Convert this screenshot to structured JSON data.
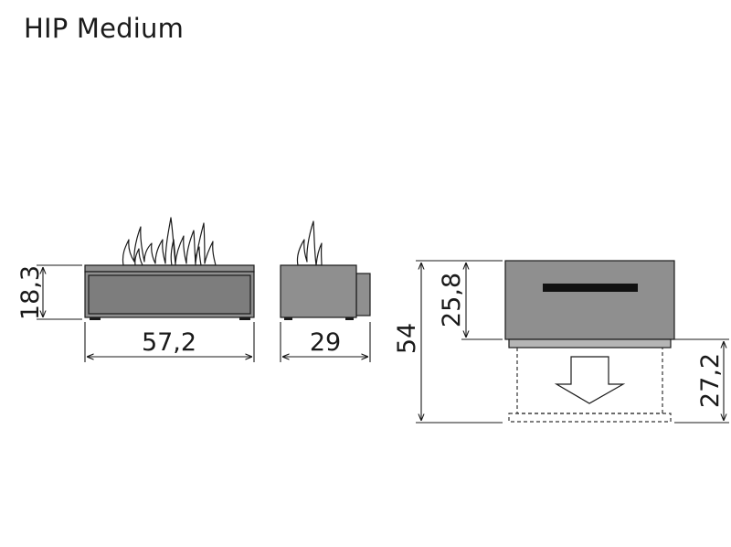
{
  "title": "HIP Medium",
  "dimensions": {
    "front_height": "18,3",
    "front_width": "57,2",
    "side_depth": "29",
    "total_height": "54",
    "body_height": "25,8",
    "extension_height": "27,2"
  },
  "colors": {
    "body": "#8f8f8f",
    "body_dark": "#7d7d7d",
    "base": "#b5b5b5",
    "slot": "#111111",
    "line": "#1a1a1a"
  }
}
